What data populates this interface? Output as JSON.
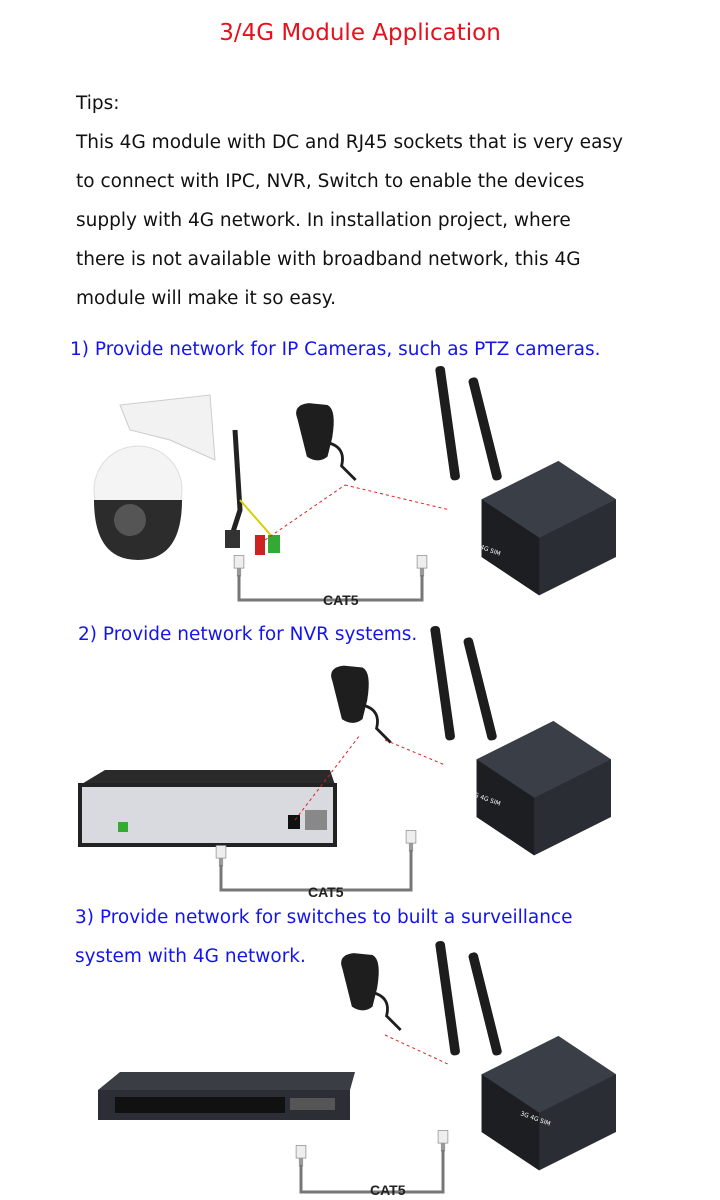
{
  "title": "3/4G Module Application",
  "tips": {
    "heading": "Tips:",
    "lines": [
      "This 4G module with DC and RJ45 sockets that is very easy",
      "to connect with IPC, NVR, Switch to enable the devices",
      "supply with 4G network. In installation project, where",
      "there is not available with broadband network, this 4G",
      "module will make it so easy."
    ]
  },
  "sections": [
    {
      "heading": "1) Provide network for IP Cameras, such as PTZ cameras.",
      "cable_label": "CAT5",
      "module_label": "3G 4G SIM"
    },
    {
      "heading": "2) Provide network for NVR systems.",
      "cable_label": "CAT5",
      "module_label": "3G 4G SIM"
    },
    {
      "heading_lines": [
        "3) Provide network for switches to built a surveillance",
        "system with 4G network."
      ],
      "cable_label": "CAT5",
      "module_label": "3G 4G SIM"
    }
  ],
  "colors": {
    "title": "#e8101a",
    "headings": "#1414f0",
    "power_line": "#e02020"
  }
}
